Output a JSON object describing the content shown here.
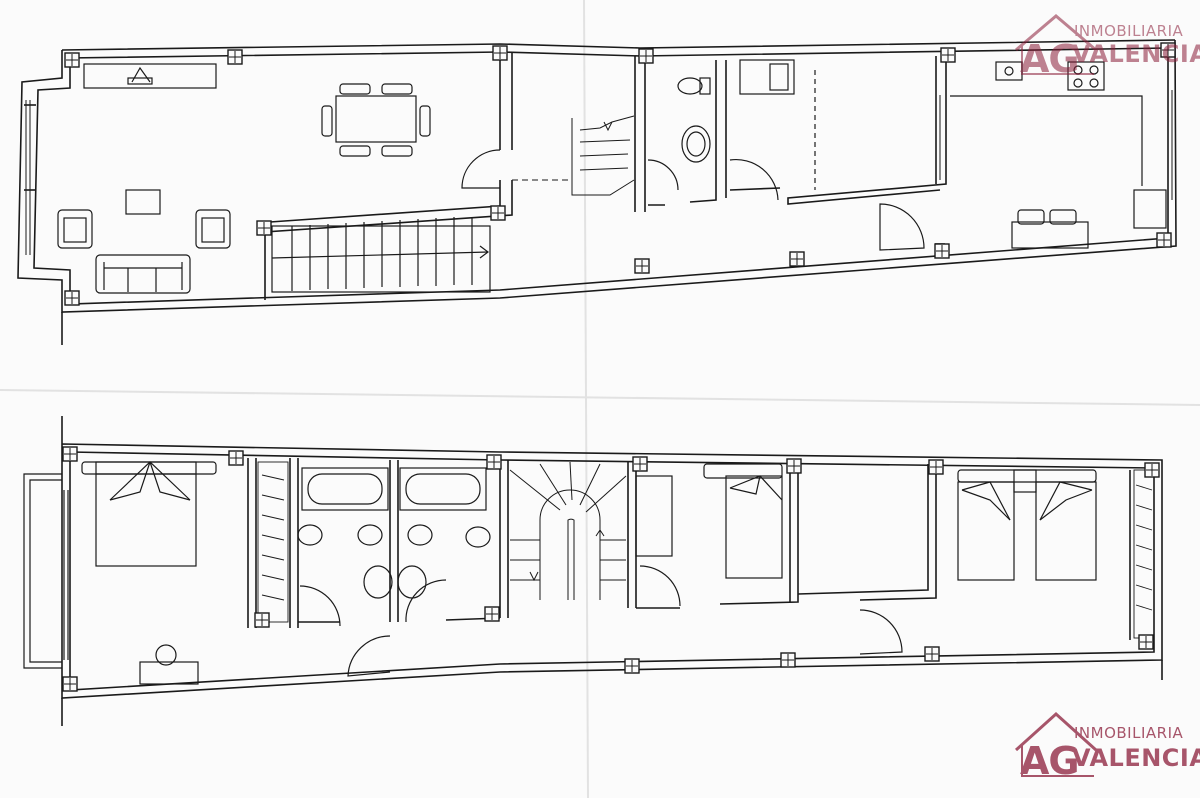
{
  "watermark": {
    "initials": "AG",
    "line1": "INMOBILIARIA",
    "line2": "VALENCIA",
    "color": "#8b1e3a"
  },
  "colors": {
    "paper": "#fbfbfb",
    "ink": "#1a1a1a",
    "fold": "#e2e2e2"
  }
}
